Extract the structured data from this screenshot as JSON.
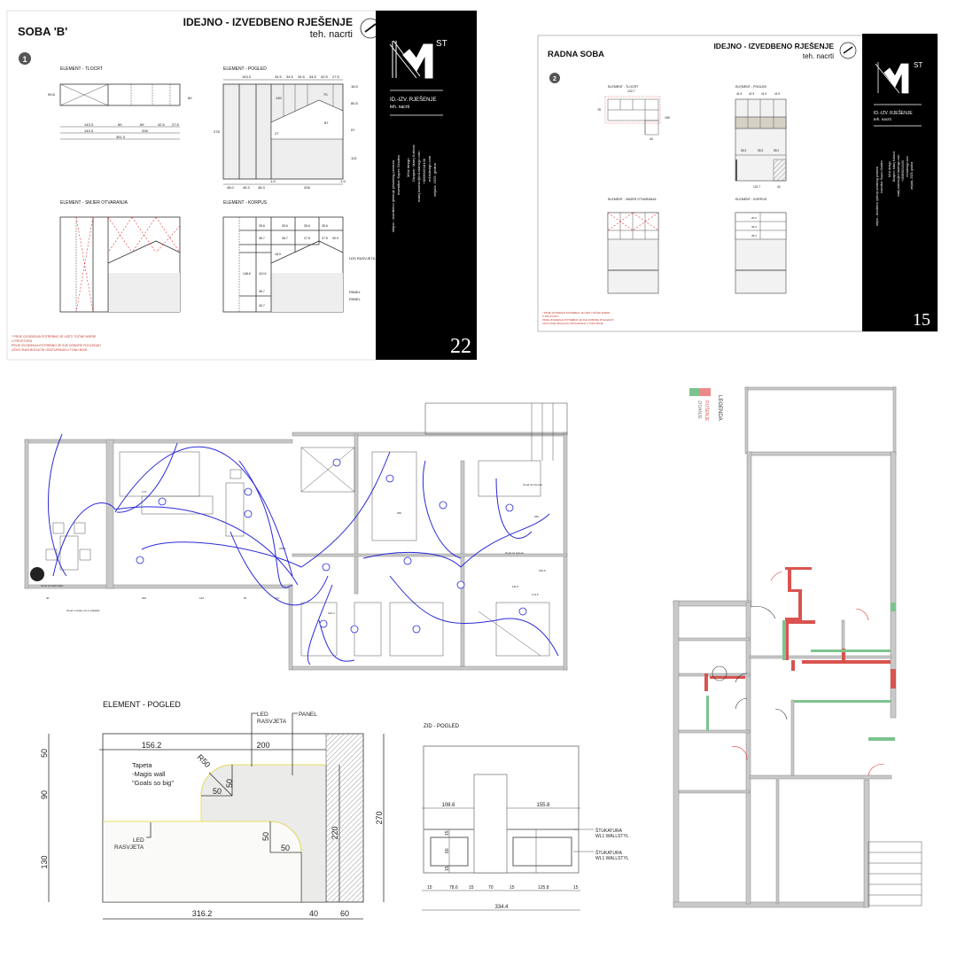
{
  "sheet22": {
    "room_title": "SOBA 'B'",
    "main_title": "IDEJNO - IZVEDBENO RJEŠENJE",
    "subtitle": "teh. nacrti",
    "item_number": "1",
    "labels": {
      "tlocrt": "ELEMENT - TLOCRT",
      "pogled": "ELEMENT - POGLED",
      "smjer": "ELEMENT - SMJER OTVARANJA",
      "korpus": "ELEMENT - KORPUS"
    },
    "tlocrt_dims": [
      "143.3",
      "69",
      "69",
      "42.5",
      "27.5",
      "143.3",
      "208",
      "351.3",
      "59.8",
      "80"
    ],
    "pogled_dims": [
      "143.3",
      "34.5",
      "34.5",
      "34.5",
      "34.5",
      "42.5",
      "27.5",
      "48.0",
      "46.3",
      "48.3",
      "1.9",
      "208",
      "1.9",
      "278",
      "130",
      "70",
      "80.5",
      "57",
      "87",
      "27",
      "113",
      "18.5"
    ],
    "korpus_notes": [
      "LED RASVJETA",
      "PANEL",
      "PANEL"
    ],
    "korpus_dims": [
      "35.6",
      "35.6",
      "35.6",
      "35.6",
      "30.9",
      "36.7",
      "36.7",
      "27.5",
      "27.5",
      "148.6",
      "110.9",
      "36.7",
      "40.7",
      "18.9"
    ],
    "notes": [
      "* PRIJE IZVOĐENJA POTREBNO JE UZETI TOČNE MJERE",
      "U PROSTORU",
      "PRIJE IZVOĐENJA POTREBNO JE SVE DOBORE POGLEDATI",
      "UŽIVO RADI BOGUĆIH ODSTUPANJA U TONU BOJE"
    ],
    "title_block": {
      "logo_text": "ST",
      "heading": "ID.-IZV. RJEŠENJE",
      "subheading": "teh. nacrti",
      "lines": [
        "Idejno - izvedbeno rješenje privatnog prostora",
        "Investitor: Kupec Gradinn",
        "M1st design",
        "Dizajner: Matej Kušević",
        "matej.kusevic@m1stdesign.com",
        "+385998218100",
        "m1stdesign.com",
        "veljača, 2025. godina"
      ],
      "page_number": "22"
    }
  },
  "sheet15": {
    "room_title": "RADNA SOBA",
    "main_title": "IDEJNO - IZVEDBENO RJEŠENJE",
    "subtitle": "teh. nacrti",
    "item_number": "2",
    "labels": {
      "tlocrt": "ELEMENT - TLOCRT",
      "pogled": "ELEMENT - POGLED",
      "smjer": "ELEMENT - SMJER OTVARANJA",
      "korpus": "ELEMENT - KORPUS"
    },
    "tlocrt_dims": [
      "122.7",
      "78",
      "150",
      "40"
    ],
    "pogled_dims": [
      "41.9",
      "41.9",
      "41.9",
      "41.9",
      "55.3",
      "55.3",
      "55.2",
      "122.7",
      "40"
    ],
    "korpus_dims": [
      "20.3",
      "36.3",
      "36.3"
    ],
    "notes": [
      "* PRIJE IZVOĐENJA POTREBNO JE UZETI TOČNE MJERE",
      "U PROSTORU",
      "PRIJE IZVOĐENJA POTREBNO JE SVE DOBORE POGLEDATI",
      "UŽIVO RADI BOGUĆIH ODSTUPANJA U TONU BOJE"
    ],
    "title_block": {
      "logo_text": "ST",
      "heading": "ID.-IZV. RJEŠENJE",
      "subheading": "teh. nacrti",
      "lines": [
        "Idejno - izvedbeno rješenje privatnog prostora",
        "Investitor: Kupec Gradinn",
        "M1st design",
        "Dizajner: Matej Kušević",
        "matej.kusevic@m1stdesign.com",
        "+385998218100",
        "m1stdesign.com",
        "veljača, 2025. godina"
      ],
      "page_number": "15"
    }
  },
  "electrical_plan": {
    "dims_bottom": [
      "40",
      "202",
      "142",
      "50",
      "141"
    ],
    "dims_other": [
      "173",
      "209.1",
      "256",
      "173.5",
      "122.4",
      "150.6",
      "111.5",
      "300"
    ],
    "note_sample": "Izvod za LED traku",
    "note_2": "Izvod za internet",
    "note_3": "Izvod za antenu",
    "note_4": "Izvod u stropu za 1 prekidač"
  },
  "element_pogled": {
    "title": "ELEMENT -  POGLED",
    "led_top": [
      "LED",
      "RASVJETA"
    ],
    "panel": "PANEL",
    "tapeta": [
      "Tapeta",
      "-Magis wall",
      "\"Goals so big\""
    ],
    "led_bottom": [
      "LED",
      "RASVJETA"
    ],
    "radius": "R50",
    "dims": {
      "left": [
        "50",
        "90",
        "130"
      ],
      "top_a": "156.2",
      "top_b": "200",
      "arc1_v": "50",
      "arc1_h": "50",
      "arc2_v": "50",
      "arc2_h": "50",
      "right_inner": "220",
      "right_outer": "270",
      "bottom": [
        "316.2",
        "40",
        "60"
      ]
    }
  },
  "zid_pogled": {
    "title": "ZID - POGLED",
    "dim_left": "108.6",
    "dim_right": "155.8",
    "note_rail": [
      "ŠTUKATURA",
      "WL1 WALLSTYL"
    ],
    "note_panel": [
      "ŠTUKATURA",
      "WL1 WALLSTYL"
    ],
    "panel_dims": [
      "15",
      "60",
      "15"
    ],
    "bottom_chain": [
      "15",
      "78.6",
      "15",
      "70",
      "15",
      "125.8",
      "15"
    ],
    "total": "334.4"
  },
  "demolition_plan": {
    "legend_title": "LEGENDA",
    "legend_items": [
      {
        "label": "RUŠENJE",
        "color": "#e06666"
      },
      {
        "label": "ZIDANJE",
        "color": "#7dc38f"
      }
    ]
  }
}
